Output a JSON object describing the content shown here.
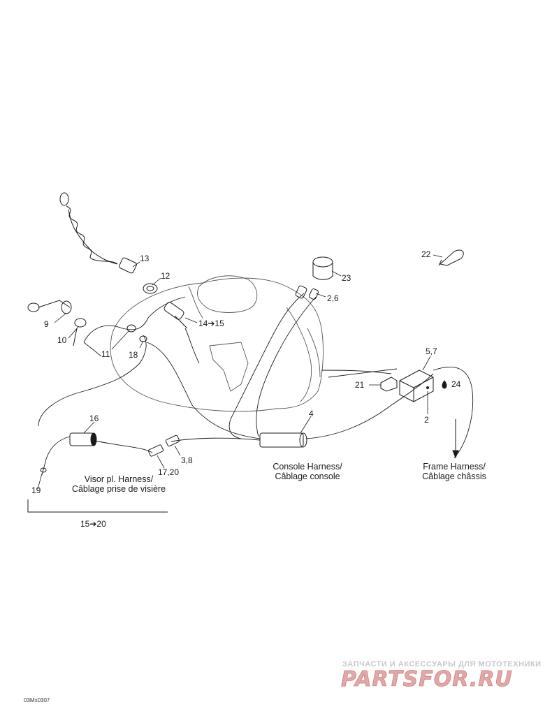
{
  "labels": {
    "l2": "2",
    "l2_6": "2,6",
    "l3_8": "3,8",
    "l4": "4",
    "l5_7": "5,7",
    "l9": "9",
    "l10": "10",
    "l11": "11",
    "l12": "12",
    "l13": "13",
    "l14_15": "14➔15",
    "l16": "16",
    "l17_20": "17,20",
    "l18": "18",
    "l19": "19",
    "l21": "21",
    "l22": "22",
    "l23": "23",
    "l24": "24",
    "l15_20": "15➔20"
  },
  "captions": {
    "visor_line1": "Visor pl. Harness/",
    "visor_line2": "Câblage prise de visière",
    "console_line1": "Console Harness/",
    "console_line2": "Câblage console",
    "frame_line1": "Frame Harness/",
    "frame_line2": "Câblage châssis"
  },
  "reference": "03Mx0307",
  "watermark": {
    "small_text": "ЗАПЧАСТИ И АКСЕССУАРЫ ДЛЯ МОТОТЕХНИКИ",
    "big_text": "PARTSFOR.RU",
    "color": "#e0a8a8"
  }
}
